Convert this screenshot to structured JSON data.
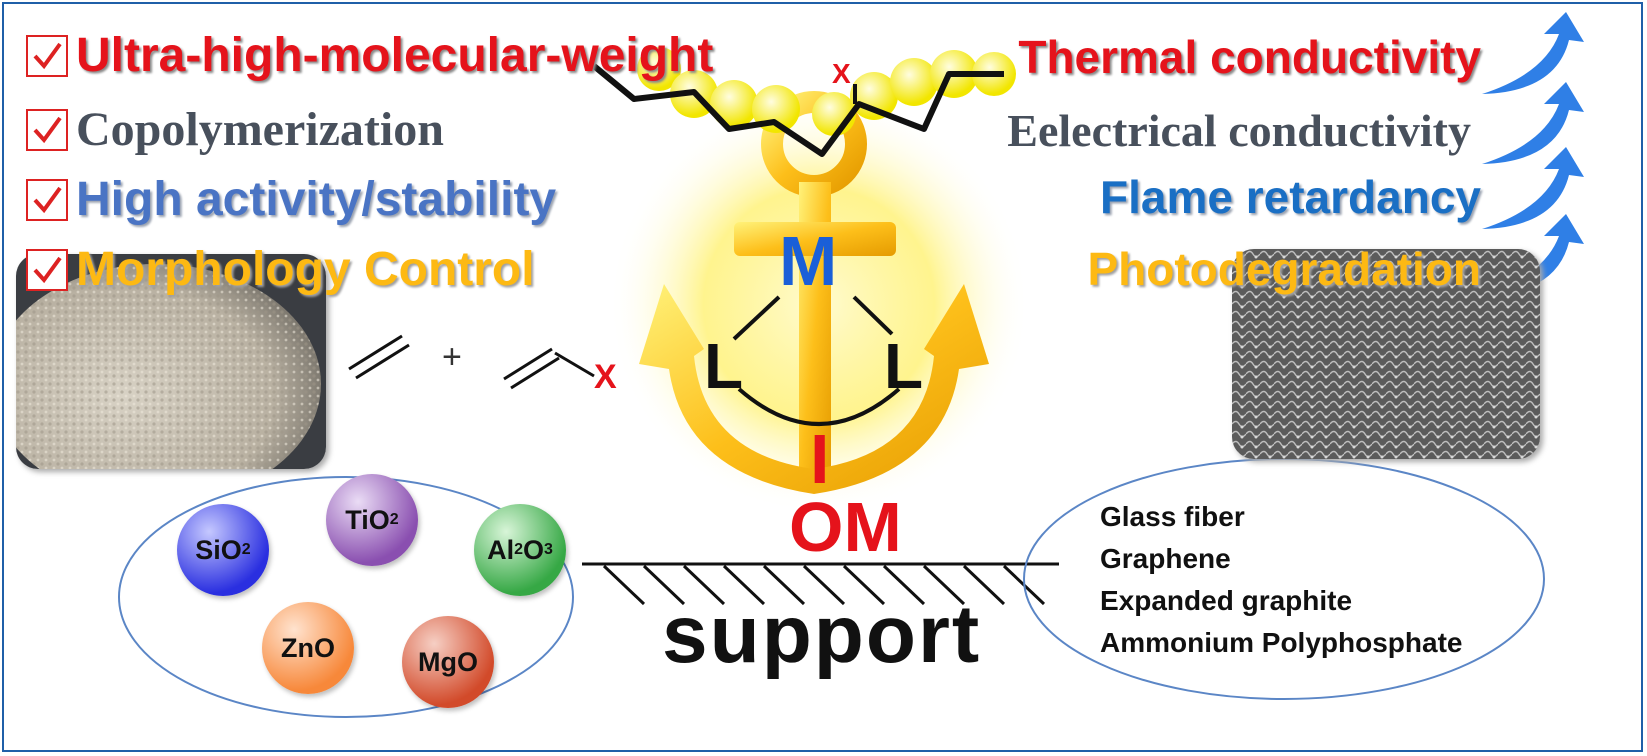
{
  "features": [
    {
      "label": "Ultra-high-molecular-weight"
    },
    {
      "label": "Copolymerization"
    },
    {
      "label": "High activity/stability"
    },
    {
      "label": "Morphology Control"
    }
  ],
  "properties": [
    {
      "label": "Thermal conductivity"
    },
    {
      "label": "Eelectrical conductivity"
    },
    {
      "label": "Flame retardancy"
    },
    {
      "label": "Photodegradation"
    }
  ],
  "catalyst": {
    "metal": "M",
    "ligand_left": "L",
    "ligand_right": "L",
    "linker": "I",
    "anchor_group": "OM",
    "chain_substituent": "X",
    "comonomer_substituent": "X",
    "plus": "+"
  },
  "support_label": "support",
  "oxides": [
    {
      "name": "SiO",
      "sub": "2",
      "sub2": "",
      "tail": "",
      "color": "#2a2fe0"
    },
    {
      "name": "TiO",
      "sub": "2",
      "sub2": "",
      "tail": "",
      "color": "#8a4fb0"
    },
    {
      "name": "Al",
      "sub": "2",
      "sub2": "3",
      "tail": "O",
      "color": "#36a845"
    },
    {
      "name": "ZnO",
      "sub": "",
      "sub2": "",
      "tail": "",
      "color": "#f7883a"
    },
    {
      "name": "MgO",
      "sub": "",
      "sub2": "",
      "tail": "",
      "color": "#d24a2a"
    }
  ],
  "supports": [
    "Glass fiber",
    "Graphene",
    "Expanded graphite",
    "Ammonium Polyphosphate"
  ],
  "colors": {
    "red": "#e5131b",
    "blue": "#1a6fc4",
    "gold": "#fdb913",
    "gray": "#48505c",
    "frame": "#1f5fa8"
  }
}
